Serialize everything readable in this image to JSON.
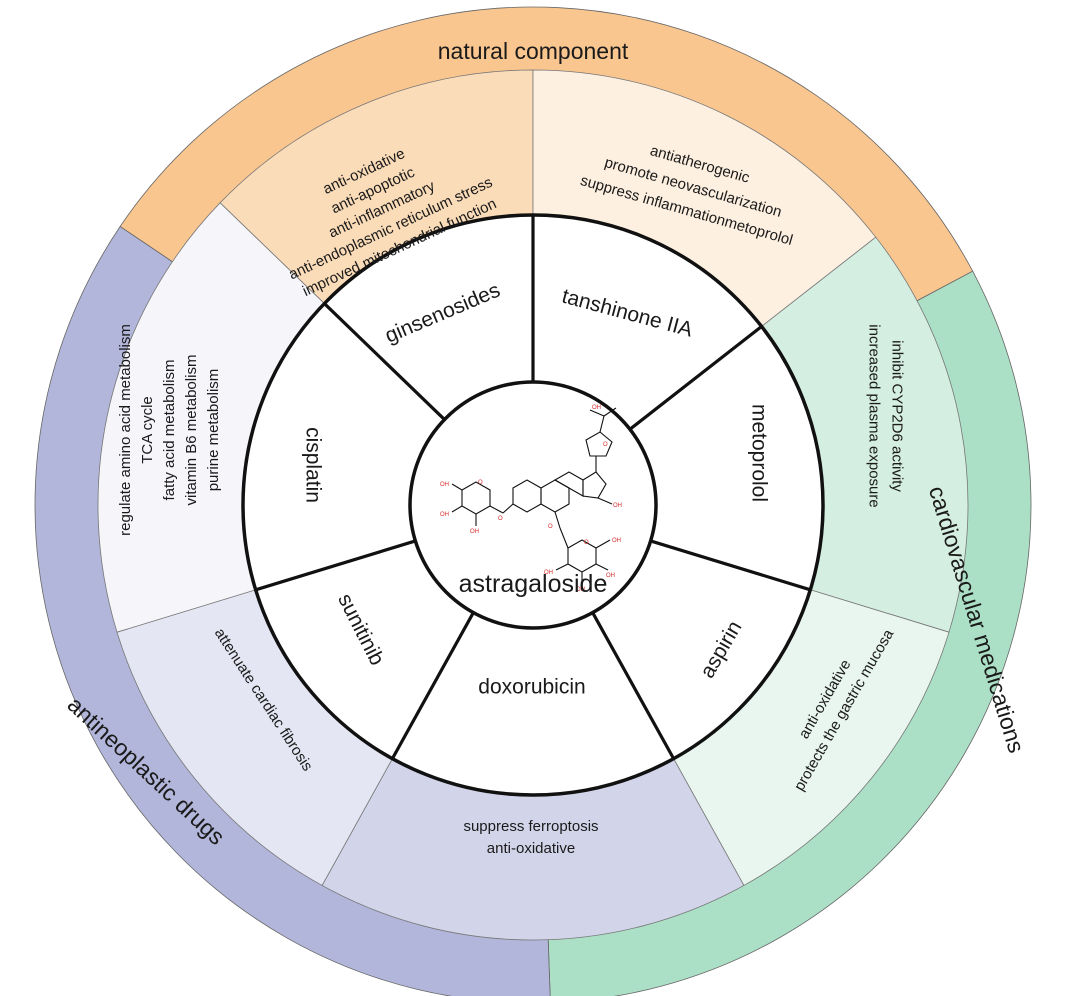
{
  "center": {
    "label": "astragaloside"
  },
  "categories": [
    {
      "label": "natural component",
      "color": "#f9c690"
    },
    {
      "label": "cardiovascular medications",
      "color": "#abe0c6"
    },
    {
      "label": "antineoplastic drugs",
      "color": "#b2b6da"
    }
  ],
  "drugs": [
    {
      "label": "ginsenosides"
    },
    {
      "label": "tanshinone IIA"
    },
    {
      "label": "metoprolol"
    },
    {
      "label": "aspirin"
    },
    {
      "label": "doxorubicin"
    },
    {
      "label": "sunitinib"
    },
    {
      "label": "cisplatin"
    }
  ],
  "effects": [
    {
      "color": "#fbdcb9",
      "lines": [
        "anti-oxidative",
        "anti-apoptotic",
        "anti-inflammatory",
        "anti-endoplasmic reticulum stress",
        "improved mitochondrial function"
      ]
    },
    {
      "color": "#fdf0e0",
      "lines": [
        "antiatherogenic",
        "promote neovascularization",
        "suppress inflammationmetoprolol"
      ]
    },
    {
      "color": "#d5eee2",
      "lines": [
        "inhibit CYP2D6 activity",
        "increased plasma exposure"
      ]
    },
    {
      "color": "#e9f6ef",
      "lines": [
        "anti-oxidative",
        "protects the gastric mucosa"
      ]
    },
    {
      "color": "#d2d5ea",
      "lines": [
        "suppress ferroptosis",
        "anti-oxidative"
      ]
    },
    {
      "color": "#e4e6f3",
      "lines": [
        "attenuate cardiac fibrosis"
      ]
    },
    {
      "color": "#f5f5fa",
      "lines": [
        "regulate amino acid metabolism",
        "TCA cycle",
        "fatty acid metabolism",
        "vitamin B6 metabolism",
        "purine metabolism"
      ]
    }
  ],
  "chem": {
    "oh_label": "OH",
    "o_label": "O"
  }
}
